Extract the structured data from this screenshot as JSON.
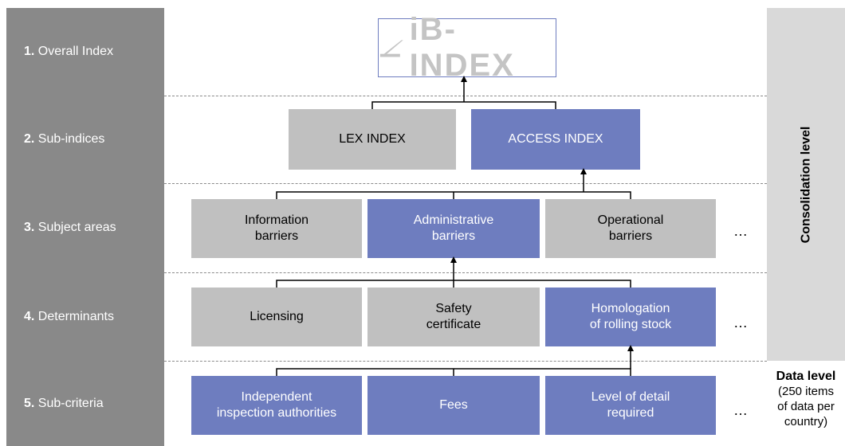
{
  "levels": [
    {
      "number": "1.",
      "label": "Overall Index"
    },
    {
      "number": "2.",
      "label": "Sub-indices"
    },
    {
      "number": "3.",
      "label": "Subject areas"
    },
    {
      "number": "4.",
      "label": "Determinants"
    },
    {
      "number": "5.",
      "label": "Sub-criteria"
    }
  ],
  "logo": {
    "text": "iB-INDEX"
  },
  "sub_indices": [
    "LEX INDEX",
    "ACCESS INDEX"
  ],
  "subject_areas": [
    "Information\nbarriers",
    "Administrative\nbarriers",
    "Operational\nbarriers"
  ],
  "determinants": [
    "Licensing",
    "Safety\ncertificate",
    "Homologation\nof rolling stock"
  ],
  "sub_criteria": [
    "Independent\ninspection authorities",
    "Fees",
    "Level of detail\nrequired"
  ],
  "ellipsis": "…",
  "right_panel": {
    "consolidation": "Consolidation level",
    "data_title": "Data level",
    "data_desc": "(250 items\nof data per\ncountry)"
  },
  "colors": {
    "highlight": "#6e7dbf",
    "neutral": "#c0c0c0",
    "label_bg": "#898989"
  }
}
